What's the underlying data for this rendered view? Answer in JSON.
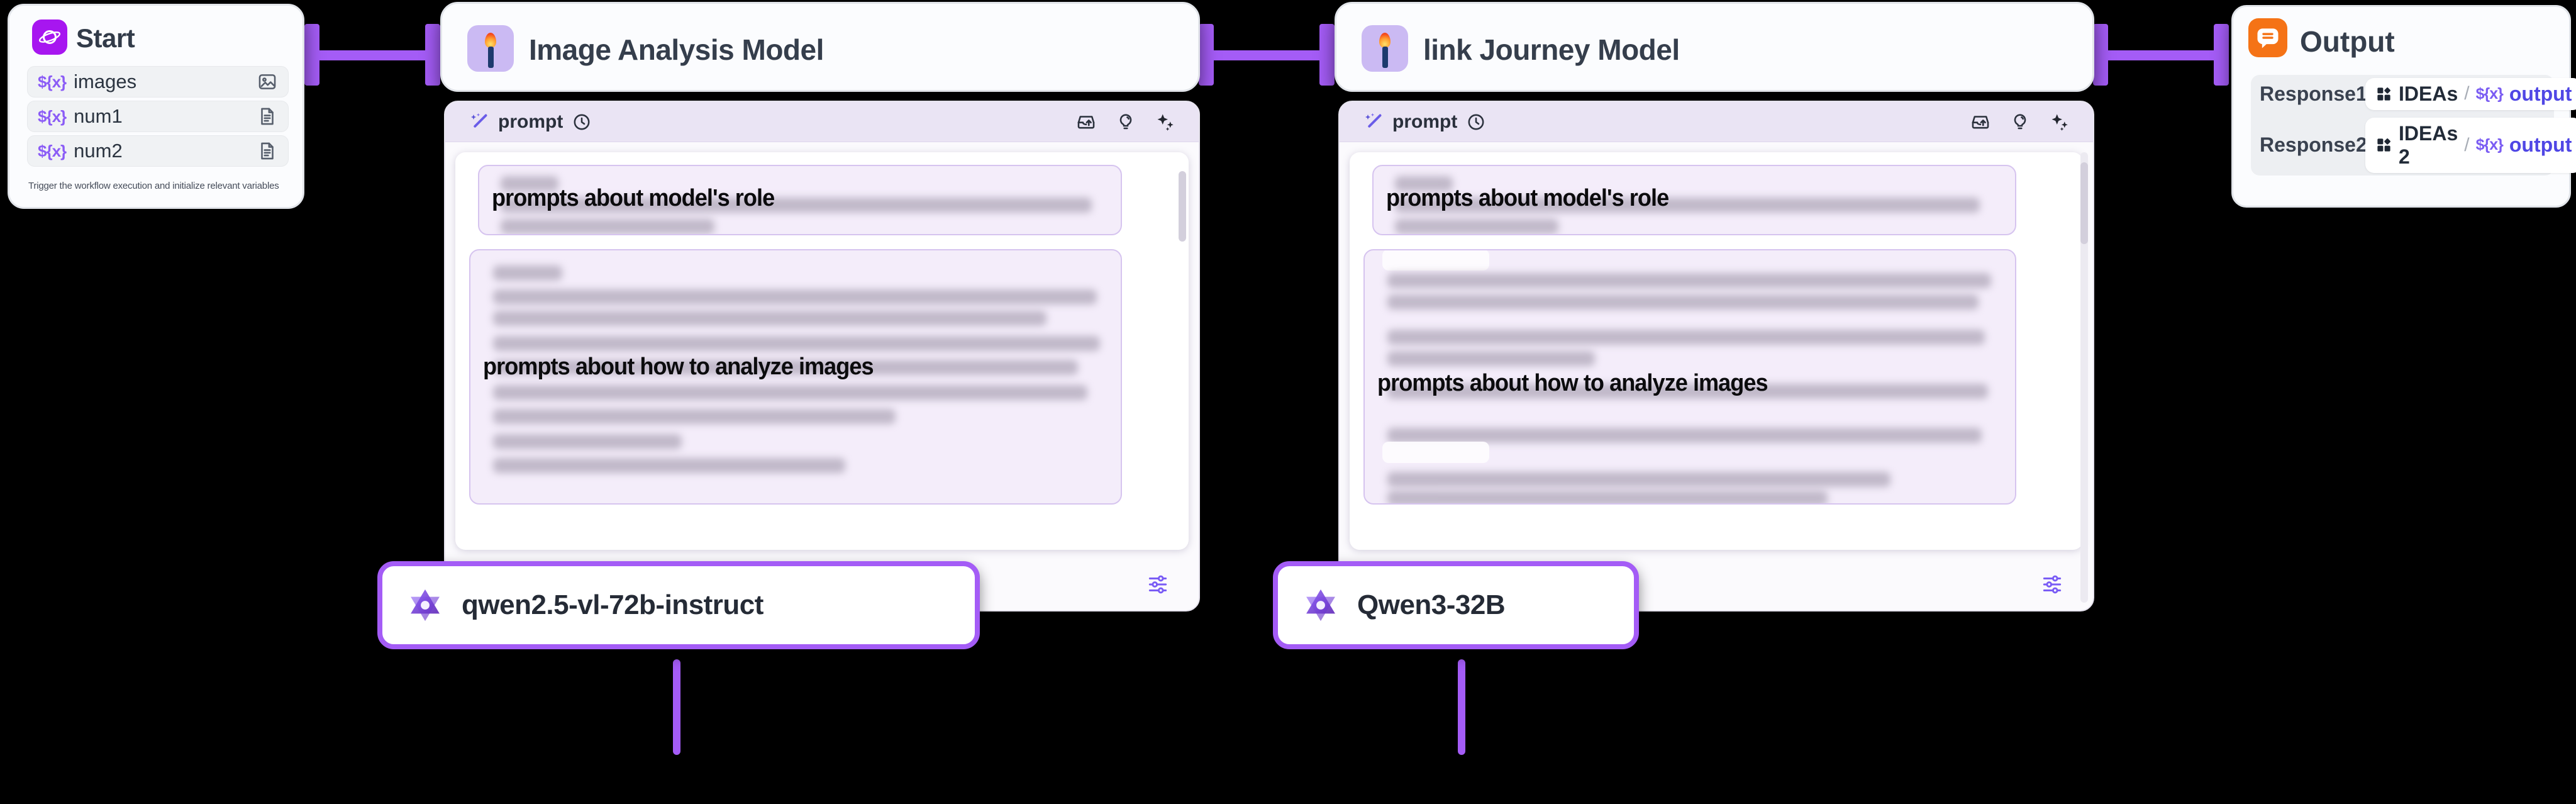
{
  "canvas": {
    "background": "#000000",
    "accent_purple": "#a45cf6"
  },
  "start_node": {
    "title": "Start",
    "variables": [
      {
        "prefix": "${x}",
        "name": "images",
        "icon": "image-icon"
      },
      {
        "prefix": "${x}",
        "name": "num1",
        "icon": "file-icon"
      },
      {
        "prefix": "${x}",
        "name": "num2",
        "icon": "file-icon"
      }
    ],
    "description": "Trigger the workflow execution and initialize relevant variables"
  },
  "llm_nodes": [
    {
      "title": "Image Analysis Model",
      "icon": "torch-emoji",
      "section_label": "prompt",
      "annotation_role": "prompts about model's role",
      "annotation_how": "prompts about how to analyze images",
      "model_name": "qwen2.5-vl-72b-instruct"
    },
    {
      "title": "link Journey Model",
      "icon": "torch-emoji",
      "section_label": "prompt",
      "annotation_role": "prompts about model's role",
      "annotation_how": "prompts about how to analyze images",
      "model_name": "Qwen3-32B"
    }
  ],
  "output_node": {
    "title": "Output",
    "rows": [
      {
        "label": "Response1:",
        "node_ref": "IDEAs",
        "separator": "/",
        "var_prefix": "${x}",
        "var_name": "output"
      },
      {
        "label": "Response2:",
        "node_ref": "IDEAs 2",
        "separator": "/",
        "var_prefix": "${x}",
        "var_name": "output"
      }
    ]
  }
}
